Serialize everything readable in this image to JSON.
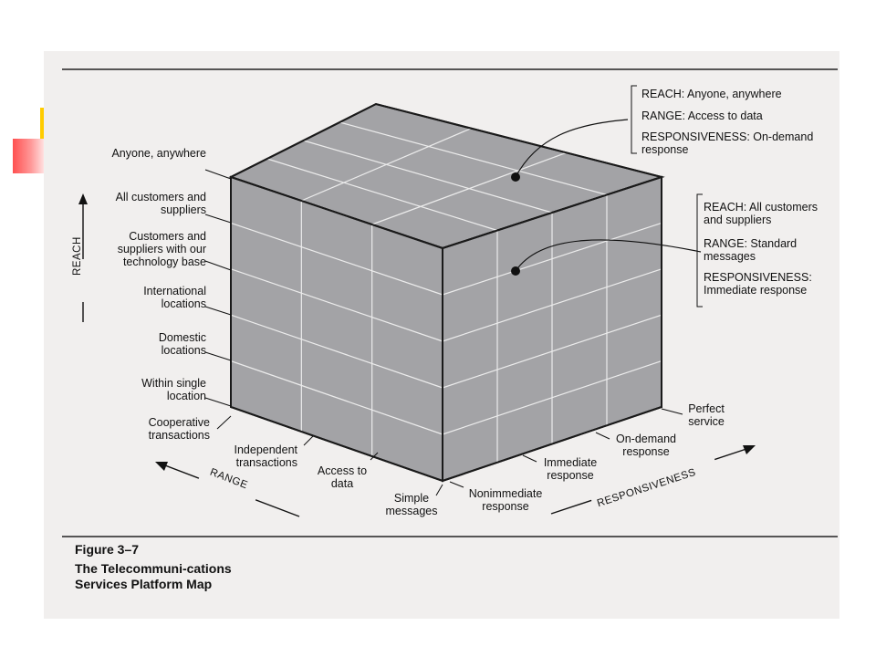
{
  "figure": {
    "number": "Figure 3–7",
    "caption": "The Telecommuni-cations Services Platform Map"
  },
  "axes": {
    "reach": "REACH",
    "range": "RANGE",
    "responsiveness": "RESPONSIVENESS"
  },
  "reach_levels": [
    "Anyone, anywhere",
    "All customers and suppliers",
    "Customers and suppliers with our technology base",
    "International locations",
    "Domestic locations",
    "Within single location"
  ],
  "range_levels": [
    "Cooperative transactions",
    "Independent transactions",
    "Access to data",
    "Simple messages"
  ],
  "responsiveness_levels": [
    "Perfect service",
    "On-demand response",
    "Immediate response",
    "Nonimmediate response"
  ],
  "callout_top": {
    "reach": "REACH: Anyone, anywhere",
    "range": "RANGE: Access to data",
    "responsiveness": "RESPONSIVENESS: On-demand response"
  },
  "callout_side": {
    "reach": "REACH: All customers and suppliers",
    "range": "RANGE: Standard messages",
    "responsiveness": "RESPONSIVENESS: Immediate response"
  },
  "colors": {
    "cube_face": "#a3a3a6",
    "grid_line": "#ececec",
    "edge": "#1a1a1a",
    "accent_red": "#ff5050",
    "accent_yellow": "#ffcc00"
  }
}
